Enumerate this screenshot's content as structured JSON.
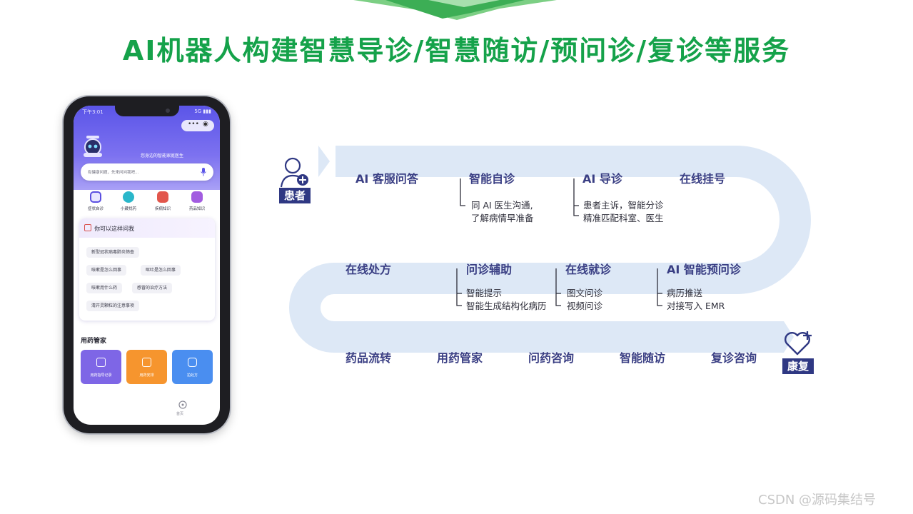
{
  "slide": {
    "title": "AI机器人构建智慧导诊/智慧随访/预问诊/复诊等服务",
    "title_color": "#15a24a",
    "watermark": "CSDN @源码集结号"
  },
  "phone": {
    "status_time": "下午3:01",
    "status_right": "5G ▮▮▮",
    "capsule_left": "•••",
    "capsule_right": "◉",
    "welcome": "您身边的智能家庭医生",
    "search_placeholder": "有健康问题，先来问问我吧...",
    "quick_items": [
      {
        "label": "症状自诊",
        "icon": "pulse-icon",
        "color": "#5b4fe0"
      },
      {
        "label": "小藏找药",
        "icon": "pill-icon",
        "color": "#2ab7ca"
      },
      {
        "label": "疾病知识",
        "icon": "disease-icon",
        "color": "#e2574c"
      },
      {
        "label": "药品知识",
        "icon": "medicine-box-icon",
        "color": "#a25ce0"
      }
    ],
    "ask_title": "你可以这样问我",
    "ask_chips": [
      "新型冠状病毒肺炎筛查",
      "咳嗽是怎么回事",
      "呕吐是怎么回事",
      "咳嗽用什么药",
      "感冒的治疗方法",
      "清开灵颗粒的注意事项"
    ],
    "med_section_title": "用药管家",
    "med_cards": [
      {
        "label": "用药指导记录",
        "color": "#7e66e6"
      },
      {
        "label": "用药安排",
        "color": "#f6952e"
      },
      {
        "label": "拍处方",
        "color": "#4a8ef0"
      }
    ],
    "tab_label": "首页"
  },
  "flow": {
    "start_badge": "患者",
    "end_badge": "康复",
    "path_color": "#dde8f6",
    "row1": {
      "stages": [
        "AI 客服问答",
        "智能自诊",
        "AI 导诊",
        "在线挂号"
      ],
      "notes": [
        {
          "lines": [
            "同 AI 医生沟通,",
            "了解病情早准备"
          ]
        },
        {
          "lines": [
            "患者主诉，智能分诊",
            "精准匹配科室、医生"
          ]
        }
      ]
    },
    "row2": {
      "stages": [
        "在线处方",
        "问诊辅助",
        "在线就诊",
        "AI 智能预问诊"
      ],
      "notes": [
        {
          "lines": [
            "智能提示",
            "智能生成结构化病历"
          ]
        },
        {
          "lines": [
            "图文问诊",
            "视频问诊"
          ]
        },
        {
          "lines": [
            "病历推送",
            "对接写入 EMR"
          ]
        }
      ]
    },
    "row3": {
      "stages": [
        "药品流转",
        "用药管家",
        "问药咨询",
        "智能随访",
        "复诊咨询"
      ]
    }
  }
}
